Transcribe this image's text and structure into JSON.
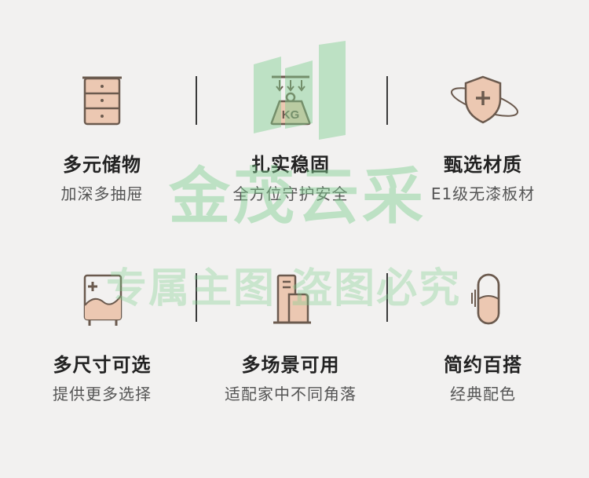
{
  "colors": {
    "stroke": "#6b5a4e",
    "fill": "#ecc8b2",
    "watermark": "#7fcf8f"
  },
  "features": [
    {
      "icon": "drawer-cabinet-icon",
      "title": "多元储物",
      "subtitle": "加深多抽屉"
    },
    {
      "icon": "weight-kg-icon",
      "title": "扎实稳固",
      "subtitle": "全方位守护安全"
    },
    {
      "icon": "shield-plus-icon",
      "title": "甄选材质",
      "subtitle": "E1级无漆板材"
    },
    {
      "icon": "cabinet-plus-icon",
      "title": "多尺寸可选",
      "subtitle": "提供更多选择"
    },
    {
      "icon": "scene-cabinet-icon",
      "title": "多场景可用",
      "subtitle": "适配家中不同角落"
    },
    {
      "icon": "capsule-icon",
      "title": "简约百搭",
      "subtitle": "经典配色"
    }
  ],
  "weight_label": "KG",
  "watermark": {
    "brand": "金茂云采",
    "notice": "专属主图  盗图必究"
  }
}
